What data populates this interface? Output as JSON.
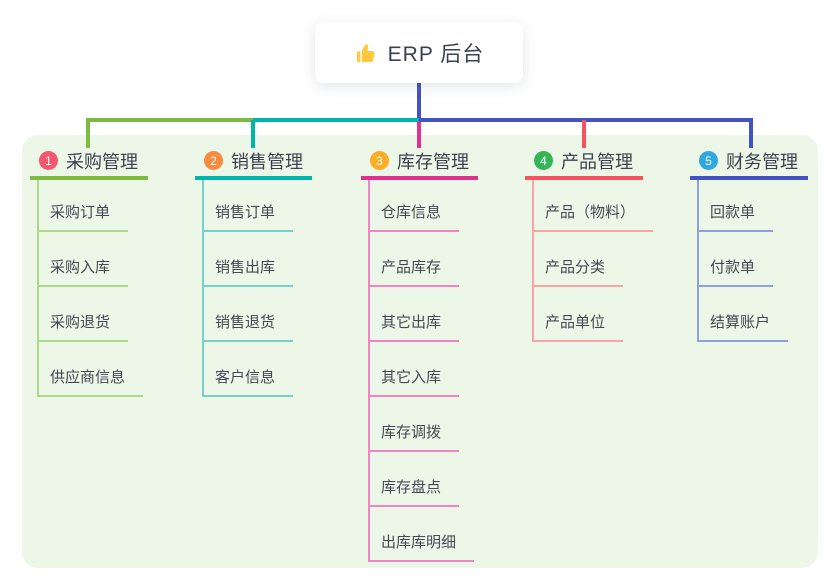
{
  "root": {
    "title": "ERP 后台",
    "icon": "thumbs-up-icon"
  },
  "connectors": {
    "trunk_color": "#4353C5"
  },
  "canvas": {
    "panel_color": "#ECF7E7"
  },
  "branches": [
    {
      "index": "1",
      "label": "采购管理",
      "color": "#7CBB3F",
      "color_light": "#AFD98A",
      "badge_color": "#F5576C",
      "children": [
        "采购订单",
        "采购入库",
        "采购退货",
        "供应商信息"
      ]
    },
    {
      "index": "2",
      "label": "销售管理",
      "color": "#00B5AD",
      "color_light": "#74D2CB",
      "badge_color": "#F98B41",
      "children": [
        "销售订单",
        "销售出库",
        "销售退货",
        "客户信息"
      ]
    },
    {
      "index": "3",
      "label": "库存管理",
      "color": "#E2308F",
      "color_light": "#F084C4",
      "badge_color": "#FBAD26",
      "children": [
        "仓库信息",
        "产品库存",
        "其它出库",
        "其它入库",
        "库存调拨",
        "库存盘点",
        "出库库明细"
      ]
    },
    {
      "index": "4",
      "label": "产品管理",
      "color": "#F8535C",
      "color_light": "#FBA3A8",
      "badge_color": "#35B558",
      "children": [
        "产品（物料）",
        "产品分类",
        "产品单位"
      ]
    },
    {
      "index": "5",
      "label": "财务管理",
      "color": "#4353C5",
      "color_light": "#93A0DF",
      "badge_color": "#2FA8E0",
      "children": [
        "回款单",
        "付款单",
        "结算账户"
      ]
    }
  ]
}
